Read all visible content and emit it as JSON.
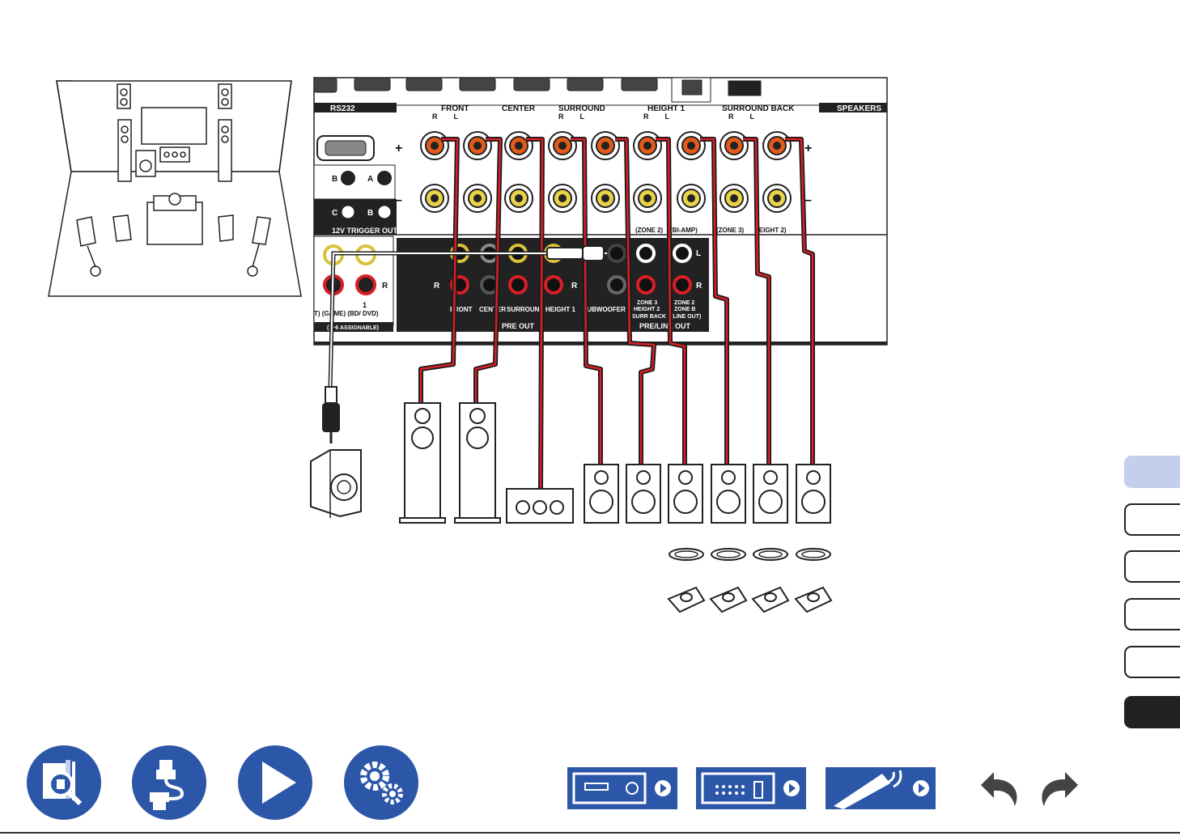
{
  "terminal_panel": {
    "rs232": "RS232",
    "speakers": "SPEAKERS",
    "groups": [
      {
        "label": "FRONT",
        "sub": "R        L"
      },
      {
        "label": "CENTER",
        "sub": ""
      },
      {
        "label": "SURROUND",
        "sub": "R        L"
      },
      {
        "label": "HEIGHT 1",
        "sub": "R        L"
      },
      {
        "label": "SURROUND BACK",
        "sub": "R        L"
      }
    ],
    "plus": "+",
    "minus": "–",
    "zone_labels": [
      "(ZONE 2)",
      "(BI-AMP)",
      "(ZONE 3)",
      "HEIGHT 2)"
    ],
    "trigger_letters": [
      "B",
      "A",
      "C",
      "B"
    ],
    "trigger_out": "12V TRIGGER OUT"
  },
  "preout_panel": {
    "r_left": "R",
    "r_mid": "R",
    "l_right": "L",
    "r_right": "R",
    "channel_labels": [
      "FRONT",
      "CENTER",
      "SURROUND",
      "HEIGHT 1",
      "SUBWOOFER"
    ],
    "zone3_lines": [
      "ZONE 3",
      "HEIGHT 2",
      "SURR BACK"
    ],
    "zone2_lines": [
      "ZONE 2",
      "ZONE B",
      "(LINE OUT)"
    ],
    "pre_out": "PRE OUT",
    "pre_line_out": "PRE/LINE OUT",
    "input_number": "1",
    "input_labels": "T) (GAME)  (BD/ DVD)",
    "assignable": "(1~6 ASSIGNABLE)"
  },
  "side_tabs": [
    "",
    "",
    "",
    "",
    "",
    ""
  ],
  "nav_buttons": [
    "contents-icon",
    "connections-icon",
    "playback-icon",
    "setup-icon"
  ],
  "ref_buttons": [
    "front-panel-icon",
    "rear-panel-icon",
    "remote-icon"
  ],
  "history": [
    "back-icon",
    "forward-icon"
  ]
}
